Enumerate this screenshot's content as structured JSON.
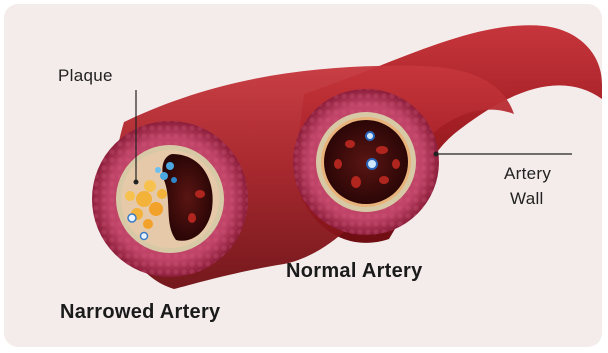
{
  "labels": {
    "plaque": "Plaque",
    "artery_wall_line1": "Artery",
    "artery_wall_line2": "Wall",
    "normal_artery": "Normal Artery",
    "narrowed_artery": "Narrowed Artery"
  },
  "colors": {
    "background": "#f4ecea",
    "artery_outer": "#9c1a1f",
    "artery_highlight": "#d0474b",
    "wall_ring": "#b03a5a",
    "lumen": "#3a0b0b",
    "plaque_yellow": "#f3b23a",
    "plaque_blue": "#4aa7e0"
  }
}
